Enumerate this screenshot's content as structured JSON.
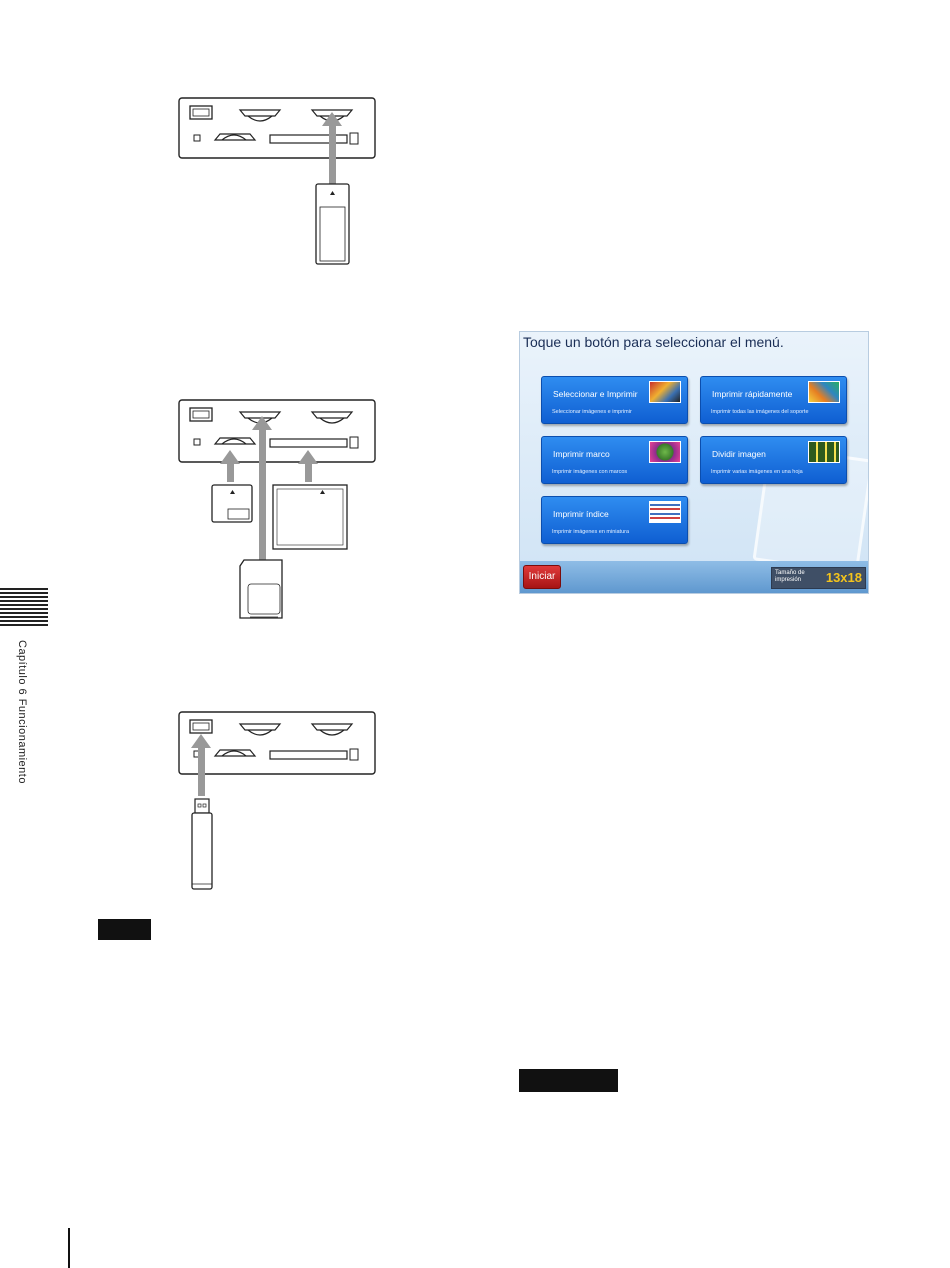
{
  "side_tab": {
    "chapter": "Capítulo 6 Funcionamiento"
  },
  "screen": {
    "title": "Toque un botón para seleccionar el menú.",
    "buttons": [
      {
        "title": "Seleccionar e Imprimir",
        "subtitle": "Seleccionar imágenes e imprimir"
      },
      {
        "title": "Imprimir rápidamente",
        "subtitle": "Imprimir todas las imágenes del soporte"
      },
      {
        "title": "Imprimir marco",
        "subtitle": "Imprimir imágenes con marcos"
      },
      {
        "title": "Dividir imagen",
        "subtitle": "Imprimir varias imágenes en una hoja"
      },
      {
        "title": "Imprimir índice",
        "subtitle": "Imprimir imágenes en miniatura"
      }
    ],
    "start_label": "Iniciar",
    "print_size_label": "Tamaño de impresión",
    "print_size_value": "13x18"
  },
  "colors": {
    "button_blue": "#1a6fe0",
    "start_red": "#c42020",
    "size_value_yellow": "#f3c31c",
    "arrow_gray": "#999999"
  }
}
